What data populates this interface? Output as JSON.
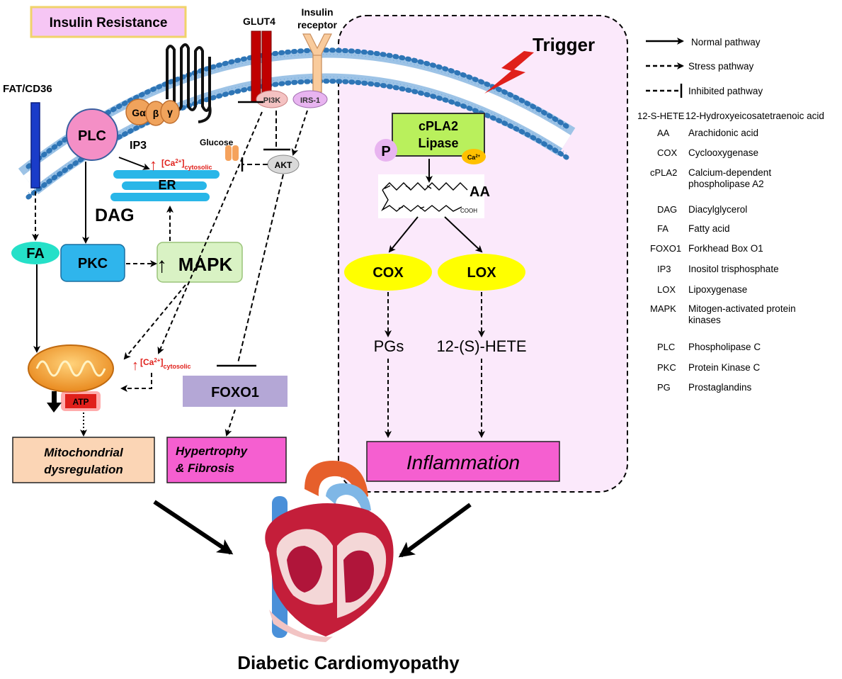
{
  "title_box": "Insulin Resistance",
  "membrane": {
    "glut4": "GLUT4",
    "insulin_receptor": "Insulin receptor",
    "fat_cd36": "FAT/CD36",
    "trigger": "Trigger",
    "g_alpha": "Gα",
    "g_beta": "β",
    "g_gamma": "γ",
    "pi3k": "PI3K",
    "irs1": "IRS-1",
    "akt": "AKT",
    "glucose": "Glucose",
    "ca_small": "Ca2+",
    "p": "P"
  },
  "left_pathway": {
    "plc": "PLC",
    "ip3": "IP3",
    "er": "ER",
    "dag": "DAG",
    "fa": "FA",
    "pkc": "PKC",
    "mapk": "MAPK",
    "ca_cyto_1": "[Ca2+]cytosolic",
    "ca_cyto_2": "[Ca2+]cytosolic",
    "atp": "ATP",
    "foxo1": "FOXO1",
    "mito_out": "Mitochondrial dysregulation",
    "hyper_out": "Hypertrophy & Fibrosis"
  },
  "right_pathway": {
    "cpla2": "cPLA2 Lipase",
    "aa": "AA",
    "cooh": "COOH",
    "cox": "COX",
    "lox": "LOX",
    "pgs": "PGs",
    "hete": "12-(S)-HETE",
    "inflammation": "Inflammation"
  },
  "outcome": "Diabetic Cardiomyopathy",
  "legend": {
    "normal": "Normal pathway",
    "stress": "Stress pathway",
    "inhibited": "Inhibited pathway",
    "abbreviations": [
      {
        "abbr": "12-S-HETE",
        "def": "12-Hydroxyeicosatetraenoic acid"
      },
      {
        "abbr": "AA",
        "def": "Arachidonic acid"
      },
      {
        "abbr": "COX",
        "def": "Cyclooxygenase"
      },
      {
        "abbr": "cPLA2",
        "def": "Calcium-dependent phospholipase A2"
      },
      {
        "abbr": "DAG",
        "def": "Diacylglycerol"
      },
      {
        "abbr": "FA",
        "def": "Fatty acid"
      },
      {
        "abbr": "FOXO1",
        "def": "Forkhead Box O1"
      },
      {
        "abbr": "IP3",
        "def": "Inositol trisphosphate"
      },
      {
        "abbr": "LOX",
        "def": "Lipoxygenase"
      },
      {
        "abbr": "MAPK",
        "def": "Mitogen-activated protein kinases"
      },
      {
        "abbr": "PLC",
        "def": "Phospholipase C"
      },
      {
        "abbr": "PKC",
        "def": "Protein Kinase C"
      },
      {
        "abbr": "PG",
        "def": "Prostaglandins"
      }
    ]
  },
  "colors": {
    "membrane": "#5b9bd5",
    "plc": "#f48fc6",
    "pkc": "#2fb5ec",
    "mapk": "#d9f2c4",
    "fa": "#25e0c8",
    "er": "#29b6e8",
    "foxo1": "#b4a7d6",
    "outcome_magenta": "#f55fd0",
    "mito": "#fbd5b5",
    "cox_lox": "#ffff00",
    "cpla2": "#b9f05c",
    "trigger_panel": "#fbe9fb",
    "red": "#e0201b"
  }
}
